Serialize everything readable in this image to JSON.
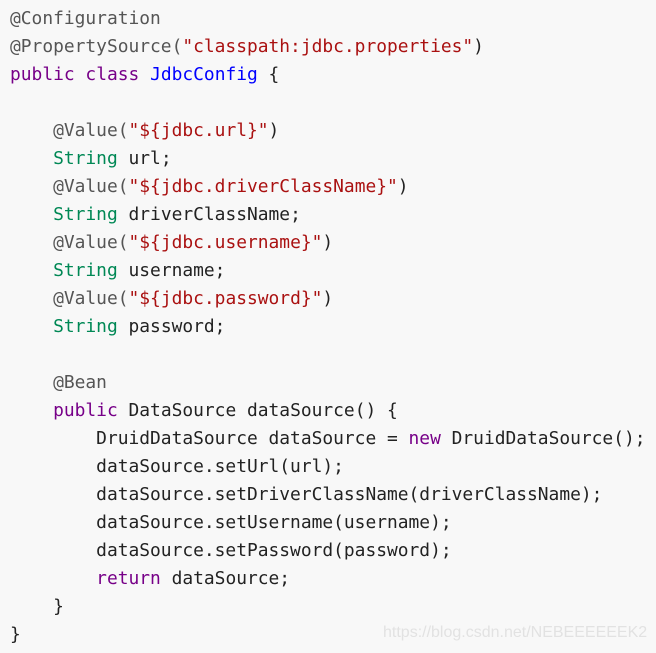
{
  "colors": {
    "background": "#f8f8f8",
    "annotation": "#555555",
    "string": "#aa1111",
    "keyword": "#770088",
    "classname": "#0000ff",
    "type": "#008855",
    "plain": "#222222"
  },
  "code_lines": [
    [
      [
        "@Configuration",
        "annotation"
      ]
    ],
    [
      [
        "@PropertySource(",
        "annotation"
      ],
      [
        "\"classpath:jdbc.properties\"",
        "string"
      ],
      [
        ")",
        "plain"
      ]
    ],
    [
      [
        "public",
        "keyword"
      ],
      [
        " ",
        "plain"
      ],
      [
        "class",
        "keyword"
      ],
      [
        " ",
        "plain"
      ],
      [
        "JdbcConfig",
        "classname"
      ],
      [
        " {",
        "plain"
      ]
    ],
    [],
    [
      [
        "    ",
        "plain"
      ],
      [
        "@Value(",
        "annotation"
      ],
      [
        "\"${jdbc.url}\"",
        "string"
      ],
      [
        ")",
        "plain"
      ]
    ],
    [
      [
        "    ",
        "plain"
      ],
      [
        "String",
        "type"
      ],
      [
        " url;",
        "plain"
      ]
    ],
    [
      [
        "    ",
        "plain"
      ],
      [
        "@Value(",
        "annotation"
      ],
      [
        "\"${jdbc.driverClassName}\"",
        "string"
      ],
      [
        ")",
        "plain"
      ]
    ],
    [
      [
        "    ",
        "plain"
      ],
      [
        "String",
        "type"
      ],
      [
        " driverClassName;",
        "plain"
      ]
    ],
    [
      [
        "    ",
        "plain"
      ],
      [
        "@Value(",
        "annotation"
      ],
      [
        "\"${jdbc.username}\"",
        "string"
      ],
      [
        ")",
        "plain"
      ]
    ],
    [
      [
        "    ",
        "plain"
      ],
      [
        "String",
        "type"
      ],
      [
        " username;",
        "plain"
      ]
    ],
    [
      [
        "    ",
        "plain"
      ],
      [
        "@Value(",
        "annotation"
      ],
      [
        "\"${jdbc.password}\"",
        "string"
      ],
      [
        ")",
        "plain"
      ]
    ],
    [
      [
        "    ",
        "plain"
      ],
      [
        "String",
        "type"
      ],
      [
        " password;",
        "plain"
      ]
    ],
    [],
    [
      [
        "    ",
        "plain"
      ],
      [
        "@Bean",
        "annotation"
      ]
    ],
    [
      [
        "    ",
        "plain"
      ],
      [
        "public",
        "keyword"
      ],
      [
        " DataSource dataSource() {",
        "plain"
      ]
    ],
    [
      [
        "        DruidDataSource dataSource = ",
        "plain"
      ],
      [
        "new",
        "keyword"
      ],
      [
        " DruidDataSource();",
        "plain"
      ]
    ],
    [
      [
        "        dataSource.setUrl(url);",
        "plain"
      ]
    ],
    [
      [
        "        dataSource.setDriverClassName(driverClassName);",
        "plain"
      ]
    ],
    [
      [
        "        dataSource.setUsername(username);",
        "plain"
      ]
    ],
    [
      [
        "        dataSource.setPassword(password);",
        "plain"
      ]
    ],
    [
      [
        "        ",
        "plain"
      ],
      [
        "return",
        "keyword"
      ],
      [
        " dataSource;",
        "plain"
      ]
    ],
    [
      [
        "    }",
        "plain"
      ]
    ],
    [
      [
        "}",
        "plain"
      ]
    ]
  ],
  "watermark": "https://blog.csdn.net/NEBEEEEEEK2"
}
